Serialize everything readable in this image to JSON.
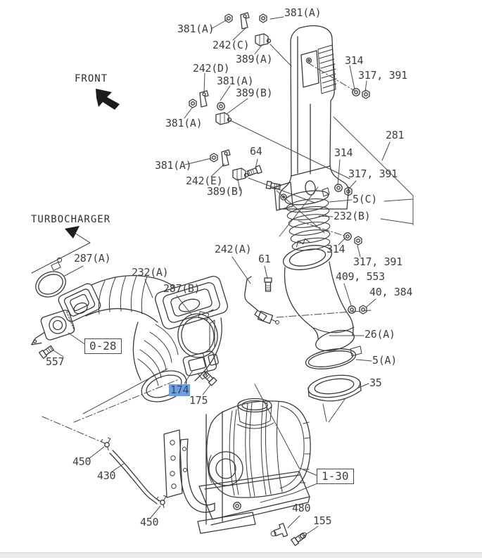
{
  "diagram": {
    "annotations": {
      "front": "FRONT",
      "turbocharger": "TURBOCHARGER"
    },
    "selected_label": "174",
    "highlight_color": "#6ba1e0",
    "line_color": "#3a3a3a",
    "reference_boxes": [
      {
        "label": "0-28"
      },
      {
        "label": "1-30"
      }
    ],
    "labels": [
      {
        "text": "381(A)"
      },
      {
        "text": "381(A)"
      },
      {
        "text": "242(C)"
      },
      {
        "text": "389(A)"
      },
      {
        "text": "242(D)"
      },
      {
        "text": "381(A)"
      },
      {
        "text": "389(B)"
      },
      {
        "text": "381(A)"
      },
      {
        "text": "314"
      },
      {
        "text": "317, 391"
      },
      {
        "text": "281"
      },
      {
        "text": "64"
      },
      {
        "text": "381(A)"
      },
      {
        "text": "242(E)"
      },
      {
        "text": "389(B)"
      },
      {
        "text": "314"
      },
      {
        "text": "317, 391"
      },
      {
        "text": "5(C)"
      },
      {
        "text": "232(B)"
      },
      {
        "text": "314"
      },
      {
        "text": "317, 391"
      },
      {
        "text": "409, 553"
      },
      {
        "text": "40, 384"
      },
      {
        "text": "287(A)"
      },
      {
        "text": "232(A)"
      },
      {
        "text": "287(B)"
      },
      {
        "text": "242(A)"
      },
      {
        "text": "61"
      },
      {
        "text": "557"
      },
      {
        "text": "26(A)"
      },
      {
        "text": "5(A)"
      },
      {
        "text": "35"
      },
      {
        "text": "175"
      },
      {
        "text": "450"
      },
      {
        "text": "430"
      },
      {
        "text": "450"
      },
      {
        "text": "480"
      },
      {
        "text": "155"
      }
    ]
  }
}
